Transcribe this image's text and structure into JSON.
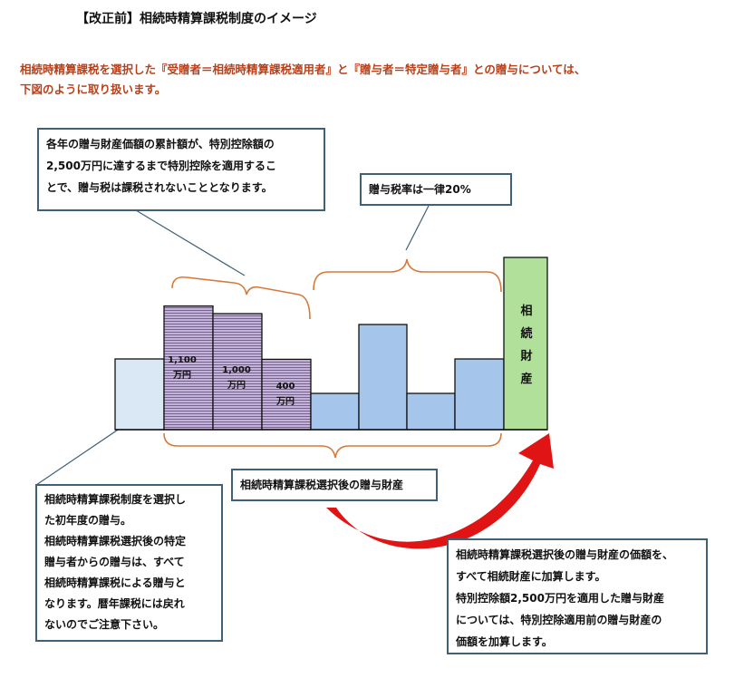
{
  "title": "【改正前】相続時精算課税制度のイメージ",
  "intro": [
    "相続時精算課税を選択した『受贈者＝相続時精算課税適用者』と『贈与者＝特定贈与者』との贈与については、",
    "下図のように取り扱います。"
  ],
  "callouts": {
    "deduction": [
      "各年の贈与財産価額の累計額が、特別控除額の",
      "2,500万円に達するまで特別控除を適用するこ",
      "とで、贈与税は課税されないこととなります。"
    ],
    "tax_rate": [
      "贈与税率は一律20%"
    ],
    "after_selection": [
      "相続時精算課税選択後の贈与財産"
    ],
    "first_year": [
      "相続時精算課税制度を選択し",
      "た初年度の贈与。",
      "相続時精算課税選択後の特定",
      "贈与者からの贈与は、すべて",
      "相続時精算課税による贈与と",
      "なります。暦年課税には戻れ",
      "ないのでご注意下さい。"
    ],
    "added": [
      "相続時精算課税選択後の贈与財産の価額を、",
      "すべて相続財産に加算します。",
      "特別控除額2,500万円を適用した贈与財産",
      "については、特別控除適用前の贈与財産の",
      "価額を加算します。"
    ]
  },
  "bar_labels": [
    [
      "1,100",
      "万円"
    ],
    [
      "1,000",
      "万円"
    ],
    [
      "400",
      "万円"
    ]
  ],
  "estate_label": [
    "相",
    "続",
    "財",
    "産"
  ],
  "chart_data": {
    "type": "bar",
    "bars": [
      {
        "role": "before-selection",
        "value": 2
      },
      {
        "role": "special-deduction",
        "value": 1100
      },
      {
        "role": "special-deduction",
        "value": 1000
      },
      {
        "role": "special-deduction",
        "value": 400
      },
      {
        "role": "taxed-gift",
        "value": 1
      },
      {
        "role": "taxed-gift",
        "value": 3
      },
      {
        "role": "taxed-gift",
        "value": 1
      },
      {
        "role": "taxed-gift",
        "value": 2
      },
      {
        "role": "inherited-estate",
        "value": 5
      }
    ]
  },
  "colors": {
    "pre_selection": "#dae8f6",
    "deduction_fill": "#c4b2d8",
    "deduction_stripe": "#6a5a86",
    "gift_fill": "#a5c5ea",
    "estate_fill": "#b0e09a",
    "bracket": "#d67a3c",
    "callout_border": "#3f6177",
    "arrow": "#e01414",
    "intro_text": "#b8401a"
  }
}
